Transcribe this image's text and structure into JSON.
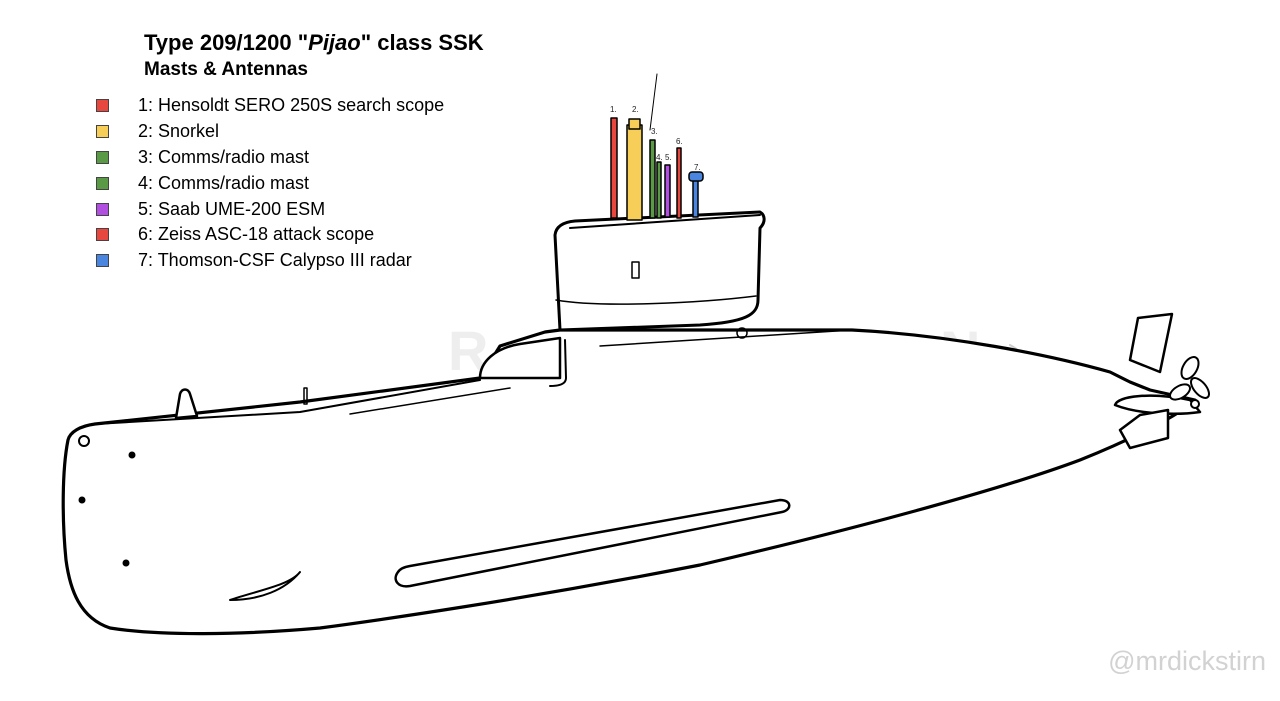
{
  "title": {
    "prefix": "Type 209/1200 \"",
    "italic": "Pijao",
    "suffix": "\" class SSK"
  },
  "subtitle": "Masts & Antennas",
  "legend": [
    {
      "label": "1: Hensoldt SERO 250S search scope",
      "color": "#e8473f"
    },
    {
      "label": "2: Snorkel",
      "color": "#f7cf58"
    },
    {
      "label": "3: Comms/radio mast",
      "color": "#5a9a46"
    },
    {
      "label": "4: Comms/radio mast",
      "color": "#5a9a46"
    },
    {
      "label": "5: Saab UME-200 ESM",
      "color": "#b04fe0"
    },
    {
      "label": "6: Zeiss ASC-18 attack scope",
      "color": "#e8473f"
    },
    {
      "label": "7: Thomson-CSF Calypso III radar",
      "color": "#4a86e0"
    }
  ],
  "mast_numbers": [
    "1.",
    "2.",
    "3.",
    "4.",
    "5.",
    "6.",
    "7."
  ],
  "watermark": "R W STIRN",
  "handle": "@mrdickstirn"
}
